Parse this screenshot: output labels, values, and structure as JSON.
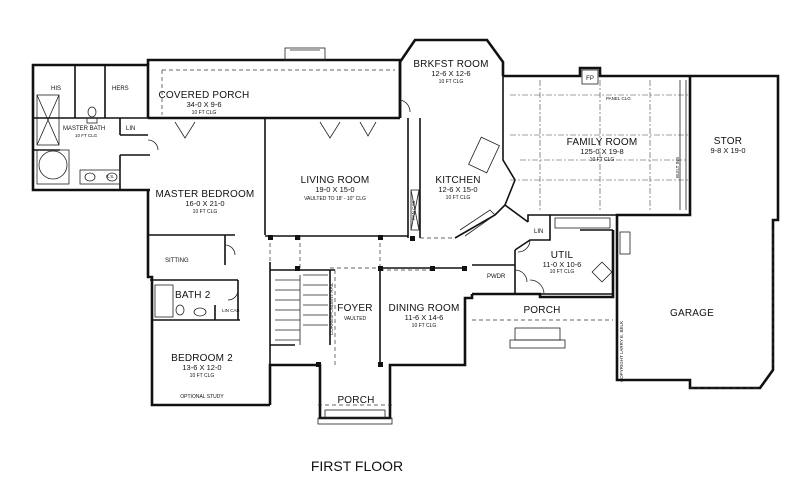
{
  "title": "FIRST FLOOR",
  "rooms": {
    "his": "HIS",
    "hers": "HERS",
    "master_bath": "MASTER BATH",
    "master_bath_clg": "10 FT CLG",
    "ks": "K.S.",
    "lin1": "LIN",
    "covered_porch": "COVERED PORCH",
    "covered_porch_dim": "34-0 X 9-6",
    "covered_porch_clg": "10 FT CLG",
    "brkfst": "BRKFST ROOM",
    "brkfst_dim": "12-6 X 12-6",
    "brkfst_clg": "10 FT CLG",
    "fp": "FP",
    "panel_clg": "PANEL CLG",
    "family": "FAMILY ROOM",
    "family_dim": "125-0 X 19-8",
    "family_clg": "10 FT CLG",
    "built_ins": "BUILT INS",
    "stor": "STOR",
    "stor_dim": "9-8 X 19-0",
    "master_bed": "MASTER BEDROOM",
    "master_bed_dim": "16-0 X 21-0",
    "master_bed_clg": "10 FT CLG",
    "living": "LIVING ROOM",
    "living_dim": "19-0 X 15-0",
    "living_clg": "VAULTED TO 18' - 10\" CLG",
    "kitchen": "KITCHEN",
    "kitchen_dim": "12-6 X 15-0",
    "kitchen_clg": "10 FT CLG",
    "pan_cab": "PAN CAB",
    "lin2": "LIN",
    "util": "UTIL",
    "util_dim": "11-0 X 10-6",
    "util_clg": "10 FT CLG",
    "sitting": "SITTING",
    "pwdr": "PWDR",
    "bath2": "BATH 2",
    "lin3": "LIN CAB",
    "foyer": "FOYER",
    "foyer_clg": "VAULTED",
    "dining": "DINING ROOM",
    "dining_dim": "11-6 X 14-6",
    "dining_clg": "10 FT CLG",
    "porch_right": "PORCH",
    "garage": "GARAGE",
    "copyright": "COPYRIGHT LARRY E. BELK",
    "bed2": "BEDROOM 2",
    "bed2_dim": "13-6 X 12-0",
    "bed2_clg": "10 FT CLG",
    "optional_study": "OPTIONAL STUDY",
    "porch_front": "PORCH",
    "rail": "CORRESPONDENT RAIL"
  }
}
